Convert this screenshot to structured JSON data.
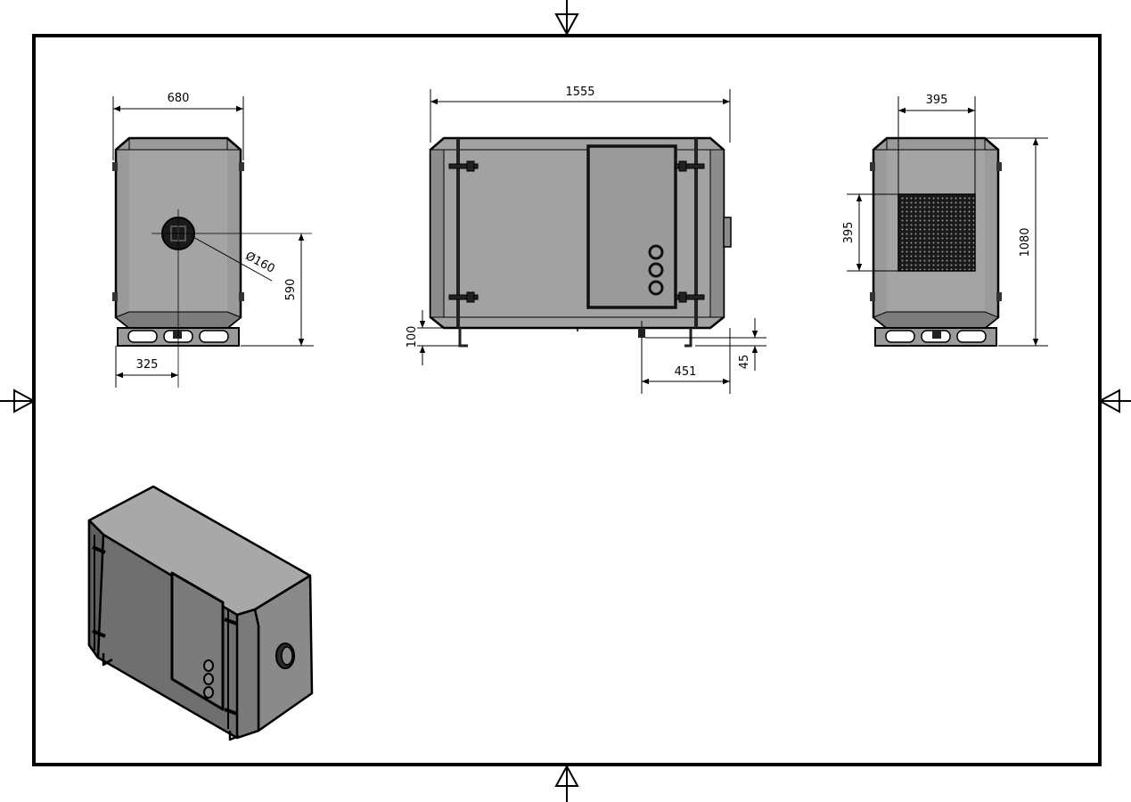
{
  "sheet": {
    "background": "#ffffff",
    "line_color": "#000000",
    "body_color": "#9a9a9a",
    "dark_color": "#6a6a6a",
    "light_color": "#b4b4b4"
  },
  "front_view": {
    "width_label": "680",
    "diameter_label": "Ø160",
    "height_label": "590",
    "offset_label": "325"
  },
  "side_view": {
    "length_label": "1555",
    "foot_label": "100",
    "drain_label": "451",
    "drain_height_label": "45"
  },
  "rear_view": {
    "grille_width_label": "395",
    "grille_height_label": "395",
    "total_height_label": "1080"
  },
  "iso_view": {}
}
